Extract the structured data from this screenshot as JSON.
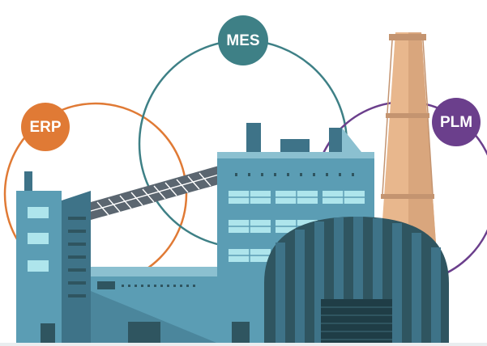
{
  "systems": [
    {
      "key": "erp",
      "label": "ERP",
      "color": "#e07a35"
    },
    {
      "key": "mes",
      "label": "MES",
      "color": "#3e8086"
    },
    {
      "key": "plm",
      "label": "PLM",
      "color": "#6b3f8c"
    }
  ],
  "colors": {
    "building_main": "#5b9db4",
    "building_dark": "#3e7388",
    "building_light": "#8bc0d0",
    "window": "#aee5ec",
    "chimney": "#e8b78d",
    "chimney_dark": "#c49470",
    "dome": "#2f5560",
    "conveyor": "#5b6670"
  },
  "icons": [
    "factory-icon"
  ]
}
